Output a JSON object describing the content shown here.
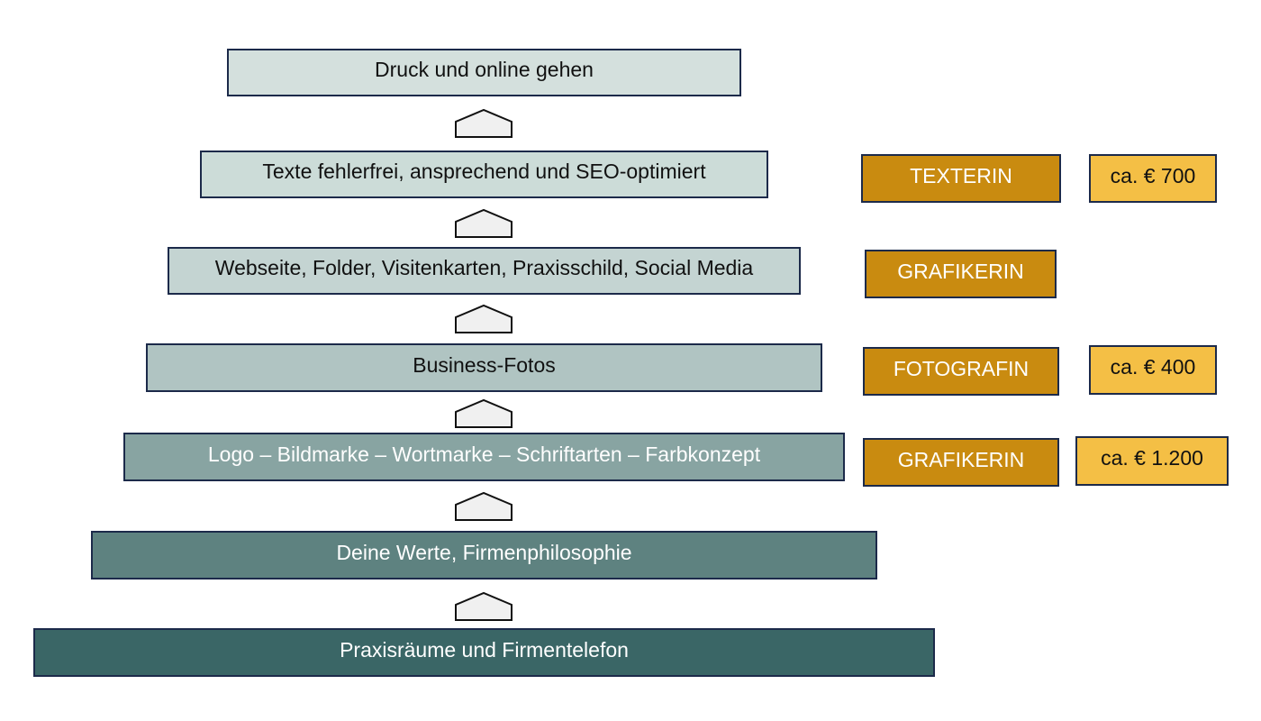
{
  "levels": [
    {
      "label": "Druck und online gehen",
      "fill": "#d4e0dd",
      "text_color": "#111111"
    },
    {
      "label": "Texte fehlerfrei, ansprechend und SEO-optimiert",
      "fill": "#ccdcd8",
      "text_color": "#111111"
    },
    {
      "label": "Webseite, Folder, Visitenkarten, Praxisschild, Social Media",
      "fill": "#c4d4d2",
      "text_color": "#111111"
    },
    {
      "label": "Business-Fotos",
      "fill": "#b0c4c2",
      "text_color": "#111111"
    },
    {
      "label": "Logo – Bildmarke – Wortmarke –  Schriftarten – Farbkonzept",
      "fill": "#88a4a2",
      "text_color": "#ffffff"
    },
    {
      "label": "Deine Werte, Firmenphilosophie",
      "fill": "#5e8280",
      "text_color": "#ffffff"
    },
    {
      "label": "Praxisräume und Firmentelefon",
      "fill": "#3a6666",
      "text_color": "#ffffff"
    }
  ],
  "roles": [
    {
      "label": "TEXTERIN",
      "price": "ca. € 700"
    },
    {
      "label": "GRAFIKERIN"
    },
    {
      "label": "FOTOGRAFIN",
      "price": "ca. € 400"
    },
    {
      "label": "GRAFIKERIN",
      "price": "ca. € 1.200"
    }
  ],
  "colors": {
    "role": "#c98b10",
    "price": "#f4bf45",
    "border": "#1c2a4a",
    "arrow_fill": "#f0f0f0"
  }
}
